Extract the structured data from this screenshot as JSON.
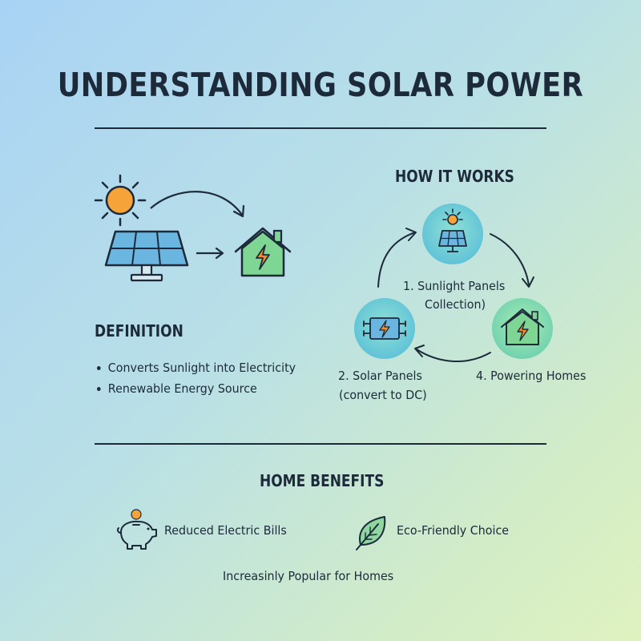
{
  "title": "UNDERSTANDING SOLAR POWER",
  "definition": {
    "heading": "DEFINITION",
    "bullets": [
      "Converts Sunlight into Electricity",
      "Renewable Energy Source"
    ]
  },
  "how_it_works": {
    "heading": "HOW IT WORKS",
    "steps": {
      "sunlight": [
        "1. Sunlight Panels",
        "Collection)"
      ],
      "panels": [
        "2. Solar Panels",
        "(convert to DC)"
      ],
      "homes": [
        "4. Powering Homes"
      ]
    }
  },
  "home_benefits": {
    "heading": "HOME BENEFITS",
    "items": [
      "Reduced Electric Bills",
      "Eco-Friendly Choice"
    ],
    "footer": "Increasinly Popular for Homes"
  },
  "colors": {
    "ink": "#1c2a3a",
    "sun": "#f6a43a",
    "panel": "#6bb6e0",
    "house": "#7fd694",
    "bolt": "#f28a2a"
  }
}
